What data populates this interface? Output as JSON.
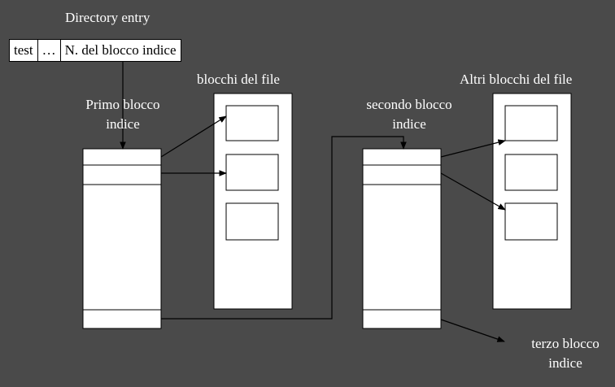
{
  "labels": {
    "directory_entry": "Directory entry",
    "blocchi_del_file": "blocchi del file",
    "altri_blocchi": "Altri blocchi del file",
    "primo_blocco_line1": "Primo blocco",
    "primo_blocco_line2": "indice",
    "secondo_blocco_line1": "secondo blocco",
    "secondo_blocco_line2": "indice",
    "terzo_blocco_line1": "terzo blocco",
    "terzo_blocco_line2": "indice"
  },
  "directory_entry": {
    "cells": [
      "test",
      "…",
      "N. del blocco indice"
    ]
  },
  "colors": {
    "background": "#4a4a4a",
    "box_fill": "#ffffff",
    "stroke": "#000000",
    "text": "#ffffff"
  }
}
